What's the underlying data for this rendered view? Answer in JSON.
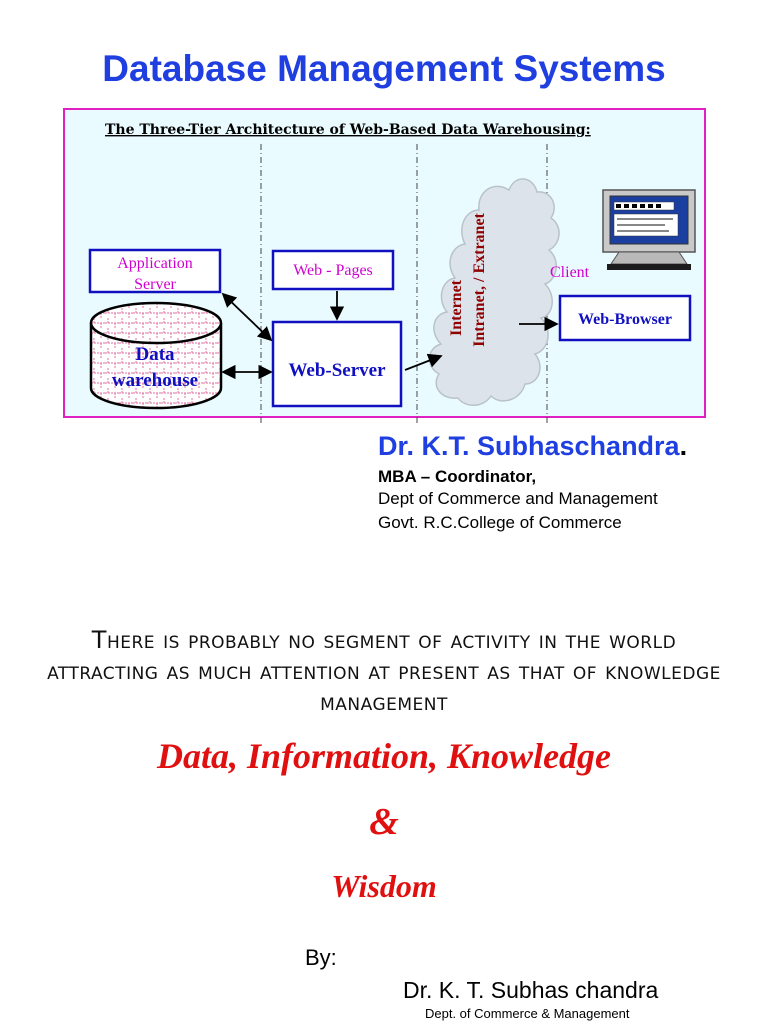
{
  "title": "Database Management Systems",
  "diagram": {
    "heading": "The Three-Tier Architecture of Web-Based Data Warehousing",
    "heading_colon": ":",
    "app_server_line1": "Application",
    "app_server_line2": "Server",
    "web_pages": "Web - Pages",
    "data_line1": "Data",
    "data_line2": "warehouse",
    "web_server": "Web-Server",
    "cloud_line1": "Internet",
    "cloud_line2": "Intranet, / Extranet",
    "client_label": "Client",
    "web_browser": "Web-Browser",
    "colors": {
      "frame": "#e020c0",
      "panel": "#eafbff",
      "box_border": "#1010c0",
      "magenta_text": "#d000d0",
      "cloud_text": "#900000"
    }
  },
  "author": {
    "name": "Dr. K.T. Subhaschandra",
    "name_suffix": ".",
    "role": "MBA – Coordinator,",
    "dept": "Dept of Commerce and Management",
    "college": "Govt. R.C.College of Commerce"
  },
  "quote": "There is probably no segment of activity in the world attracting as much attention at present as that of knowledge management",
  "subtitle": {
    "line1": "Data, Information, Knowledge",
    "amp": "&",
    "line3": "Wisdom"
  },
  "byline": {
    "label": "By:",
    "name": "Dr. K. T. Subhas chandra",
    "dept": "Dept. of Commerce & Management"
  }
}
